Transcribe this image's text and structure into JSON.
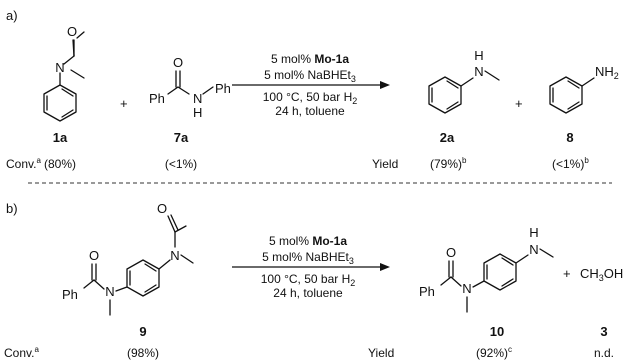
{
  "panel_a": {
    "label": "a)",
    "plus_1": "+",
    "plus_2": "+",
    "reactant_1": {
      "compound_id": "1a",
      "atoms": {
        "oxygen": "O",
        "nitrogen": "N"
      },
      "conversion": "(80%)"
    },
    "reactant_2": {
      "compound_id": "7a",
      "atoms": {
        "oxygen": "O",
        "ph_left": "Ph",
        "nitrogen": "N",
        "hydrogen": "H",
        "ph_right": "Ph"
      },
      "conversion": "(<1%)"
    },
    "conditions": {
      "line1_prefix": "5 mol% ",
      "line1_catalyst": "Mo-1a",
      "line2_prefix": "5 mol% NaBHEt",
      "line2_sub": "3",
      "line3_prefix": "100 °C, 50 bar H",
      "line3_sub": "2",
      "line4": "24 h, toluene"
    },
    "product_1": {
      "compound_id": "2a",
      "atoms": {
        "hydrogen": "H",
        "nitrogen": "N"
      },
      "yield": "(79%)",
      "yield_note": "b"
    },
    "product_2": {
      "compound_id": "8",
      "atoms": {
        "nh": "NH",
        "sub": "2"
      },
      "yield": "(<1%)",
      "yield_note": "b"
    },
    "conv_label": "Conv.",
    "conv_note": "a",
    "yield_label": "Yield"
  },
  "panel_b": {
    "label": "b)",
    "plus": "+",
    "reactant": {
      "compound_id": "9",
      "atoms": {
        "oxygen_top": "O",
        "nitrogen_top": "N",
        "oxygen_left": "O",
        "ph": "Ph",
        "nitrogen_left": "N"
      },
      "conversion": "(98%)"
    },
    "conditions": {
      "line1_prefix": "5 mol% ",
      "line1_catalyst": "Mo-1a",
      "line2_prefix": "5 mol% NaBHEt",
      "line2_sub": "3",
      "line3_prefix": "100 °C, 50 bar H",
      "line3_sub": "2",
      "line4": "24 h, toluene"
    },
    "product_1": {
      "compound_id": "10",
      "atoms": {
        "hydrogen": "H",
        "nitrogen_right": "N",
        "oxygen": "O",
        "ph": "Ph",
        "nitrogen_left": "N"
      },
      "yield": "(92%)",
      "yield_note": "c"
    },
    "product_2": {
      "compound_id": "3",
      "formula_prefix": "CH",
      "formula_sub": "3",
      "formula_suffix": "OH",
      "yield": "n.d."
    },
    "conv_label": "Conv.",
    "conv_note": "a",
    "yield_label": "Yield"
  }
}
